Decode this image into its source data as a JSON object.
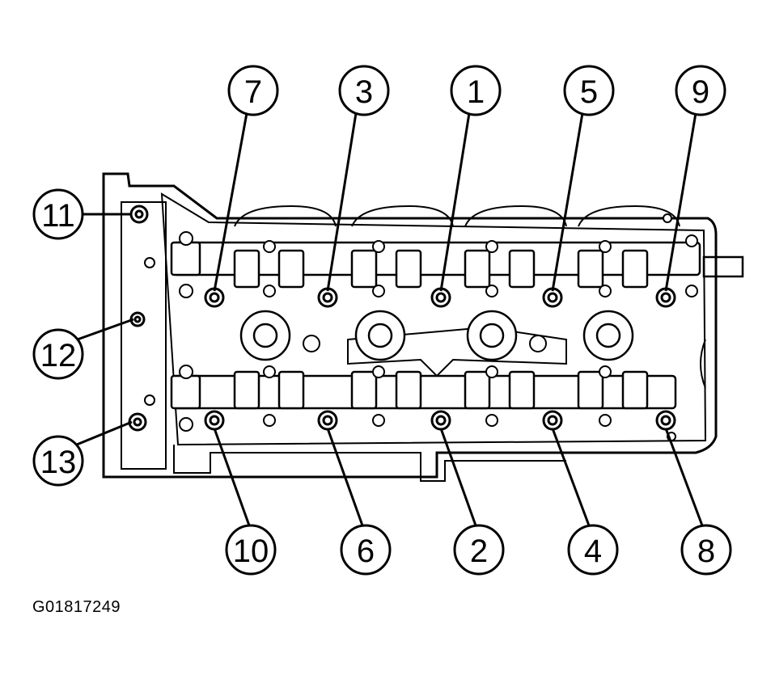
{
  "figure": {
    "id_label": "G01817249"
  },
  "callouts": [
    {
      "n": "7"
    },
    {
      "n": "3"
    },
    {
      "n": "1"
    },
    {
      "n": "5"
    },
    {
      "n": "9"
    },
    {
      "n": "11"
    },
    {
      "n": "12"
    },
    {
      "n": "13"
    },
    {
      "n": "10"
    },
    {
      "n": "6"
    },
    {
      "n": "2"
    },
    {
      "n": "4"
    },
    {
      "n": "8"
    }
  ]
}
